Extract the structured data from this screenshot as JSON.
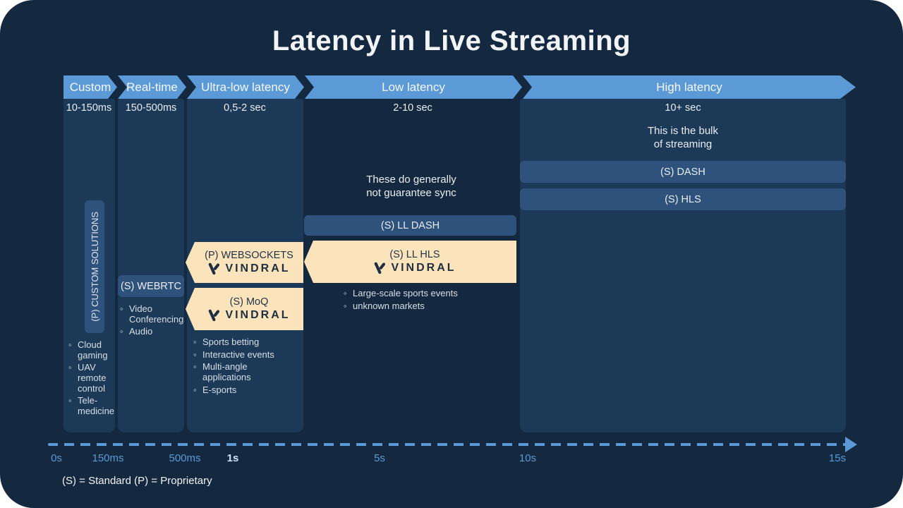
{
  "title": "Latency in Live Streaming",
  "colors": {
    "card_bg": "#14293F",
    "panel": "#1C3A57",
    "banner_blue": "#5B9AD6",
    "box_blue": "#2E527B",
    "box_cream": "#FBE4BC",
    "axis_blue": "#5B9AD6"
  },
  "brand": {
    "name": "VINDRAL"
  },
  "banner": {
    "segments": [
      {
        "label": "Custom",
        "range": "10-150ms"
      },
      {
        "label": "Real-time",
        "range": "150-500ms"
      },
      {
        "label": "Ultra-low latency",
        "range": "0,5-2 sec"
      },
      {
        "label": "Low latency",
        "range": "2-10 sec"
      },
      {
        "label": "High latency",
        "range": "10+ sec"
      }
    ]
  },
  "columns": {
    "custom": {
      "solutions_box": "(P) CUSTOM SOLUTIONS",
      "bullets": [
        "Cloud gaming",
        "UAV remote control",
        "Tele-medicine"
      ]
    },
    "realtime": {
      "webrtc_box": "(S) WEBRTC",
      "bullets": [
        "Video Conferencing",
        "Audio"
      ]
    },
    "ultra": {
      "websockets_box": "(P) WEBSOCKETS",
      "moq_box": "(S) MoQ",
      "bullets": [
        "Sports betting",
        "Interactive events",
        "Multi-angle applications",
        "E-sports"
      ]
    },
    "low": {
      "note": "These do generally\nnot guarantee sync",
      "ll_dash_box": "(S) LL DASH",
      "ll_hls_box": "(S) LL HLS",
      "bullets": [
        "Large-scale sports events",
        "unknown markets"
      ]
    },
    "high": {
      "note": "This is the bulk\nof streaming",
      "dash_box": "(S) DASH",
      "hls_box": "(S) HLS"
    }
  },
  "axis": {
    "ticks": [
      "0s",
      "150ms",
      "500ms",
      "1s",
      "5s",
      "10s",
      "15s"
    ]
  },
  "legend": "(S) = Standard (P) = Proprietary"
}
